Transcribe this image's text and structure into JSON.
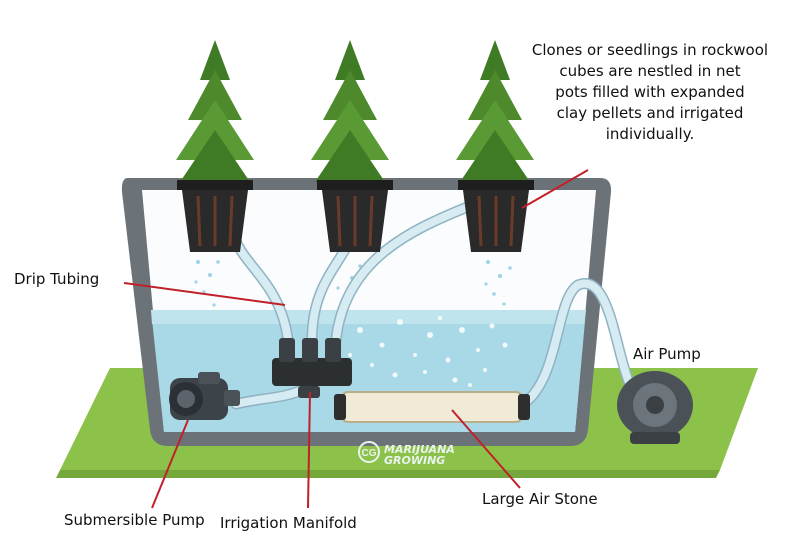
{
  "labels": {
    "drip_tubing": "Drip Tubing",
    "air_pump": "Air Pump",
    "submersible_pump": "Submersible Pump",
    "irrigation_manifold": "Irrigation Manifold",
    "large_air_stone": "Large Air Stone"
  },
  "note": "Clones or seedlings in rockwool\ncubes are nestled in net\npots filled with expanded\nclay pellets and irrigated\nindividually.",
  "logo": {
    "mark": "CG",
    "text": "MARIJUANA\nGROWING"
  },
  "colors": {
    "ground": "#8cc24a",
    "water": "#a9d8e6",
    "reservoir_wall": "#6c7378",
    "tubing": "#cfe5ee",
    "plant": "#4e8a2c",
    "net_pot": "#2a2a2a",
    "pointer": "#c0202a"
  }
}
